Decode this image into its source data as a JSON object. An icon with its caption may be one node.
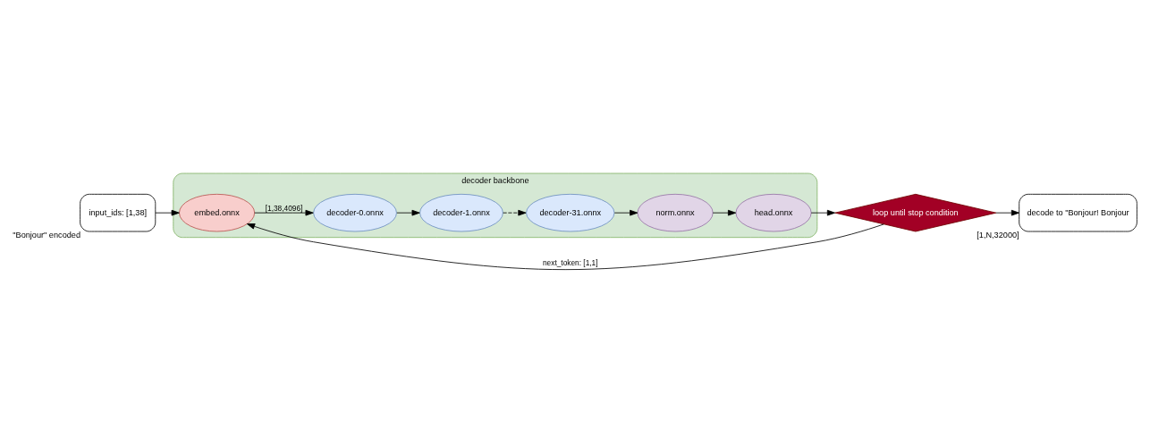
{
  "diagram": {
    "nodes": [
      {
        "text": [
          "input_ids: [1,38]"
        ],
        "beside": [
          "\"Bonjour\" encoded"
        ]
      },
      {
        "text": [
          "decoder backbone"
        ]
      },
      {
        "text": [
          "embed.onnx"
        ],
        "in": 1
      },
      {
        "text": [
          "decoder-0.onnx"
        ],
        "in": 1
      },
      {
        "text": [
          "decoder-1.onnx"
        ],
        "in": 1
      },
      {
        "text": [
          "decoder-31.onnx"
        ],
        "in": 1
      },
      {
        "text": [
          "norm.onnx"
        ],
        "in": 1
      },
      {
        "text": [
          "head.onnx"
        ],
        "in": 1
      },
      {
        "text": [
          "loop until stop condition"
        ]
      },
      {
        "text": [
          "decode to \"Bonjour! Bonjour"
        ],
        "beside": [
          "[1,N,32000]"
        ]
      }
    ],
    "edges": [
      {
        "from": 0,
        "to": 2,
        "arrow": "to"
      },
      {
        "from": 2,
        "to": 3,
        "arrow": "to",
        "label": "[1,38,4096]"
      },
      {
        "from": 3,
        "to": 4,
        "arrow": "to"
      },
      {
        "from": 4,
        "to": 5,
        "arrow": "to",
        "style": "dashed"
      },
      {
        "from": 5,
        "to": 6,
        "arrow": "to"
      },
      {
        "from": 6,
        "to": 7,
        "arrow": "to"
      },
      {
        "from": 7,
        "to": 8,
        "arrow": "to"
      },
      {
        "from": 8,
        "to": 2,
        "arrow": "to",
        "label": "next_token: [1,1]"
      },
      {
        "from": 8,
        "to": 9,
        "arrow": "to"
      }
    ]
  }
}
